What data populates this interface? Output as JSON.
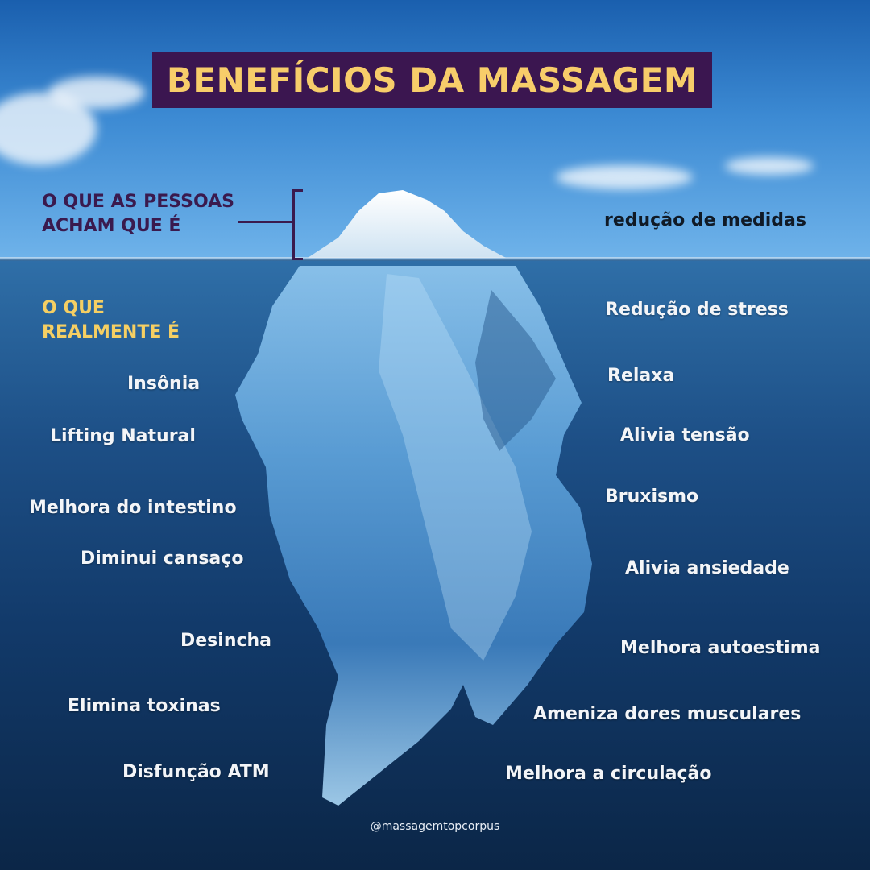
{
  "title": "BENEFÍCIOS DA MASSAGEM",
  "above": {
    "heading_lines": [
      "O QUE AS PESSOAS",
      "ACHAM QUE É"
    ],
    "item": "redução de medidas"
  },
  "below": {
    "heading_lines": [
      "O QUE",
      "REALMENTE É"
    ],
    "left_items": [
      "Insônia",
      "Lifting Natural",
      "Melhora do intestino",
      "Diminui cansaço",
      "Desincha",
      "Elimina toxinas",
      "Disfunção ATM"
    ],
    "right_items": [
      "Redução de stress",
      "Relaxa",
      "Alivia tensão",
      "Bruxismo",
      "Alivia ansiedade",
      "Melhora autoestima",
      "Ameniza dores musculares",
      "Melhora a circulação"
    ]
  },
  "handle": "@massagemtopcorpus",
  "colors": {
    "title_bg": "#3b1650",
    "title_text": "#f7cd6a",
    "heading_above": "#3a1a4e",
    "heading_below": "#f5cf63",
    "item_text": "#f3f5f8"
  }
}
